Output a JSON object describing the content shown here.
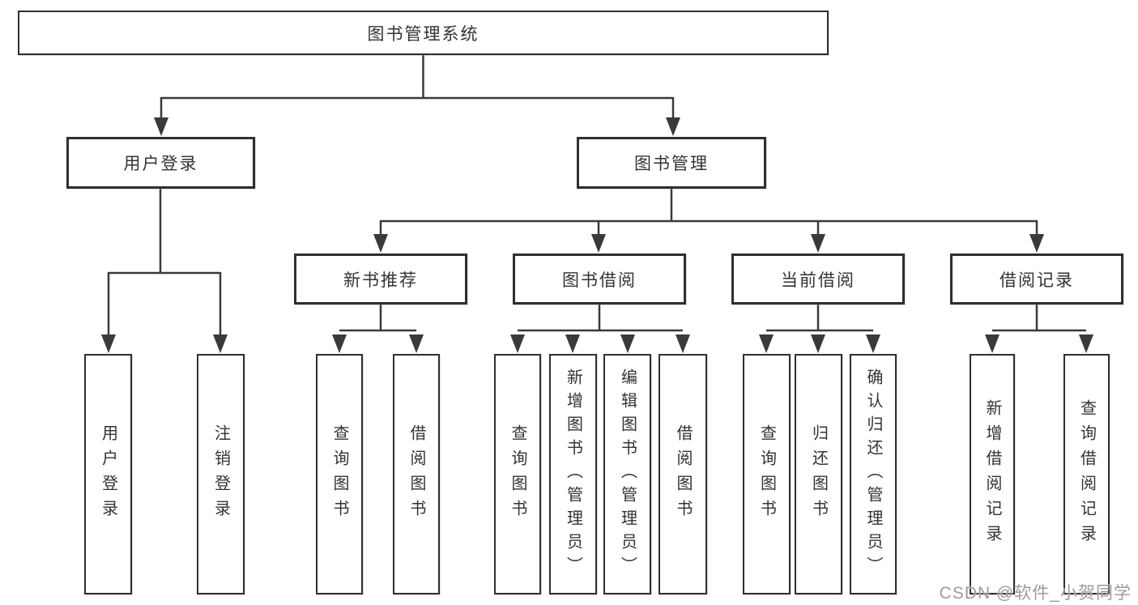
{
  "diagram": {
    "root": {
      "label": "图书管理系统"
    },
    "branches": [
      {
        "label": "用户登录",
        "children": [
          {
            "label": "用户登录"
          },
          {
            "label": "注销登录"
          }
        ]
      },
      {
        "label": "图书管理",
        "children": [
          {
            "label": "新书推荐",
            "children": [
              {
                "label": "查询图书"
              },
              {
                "label": "借阅图书"
              }
            ]
          },
          {
            "label": "图书借阅",
            "children": [
              {
                "label": "查询图书"
              },
              {
                "label": "新增图书（管理员）"
              },
              {
                "label": "编辑图书（管理员）"
              },
              {
                "label": "借阅图书"
              }
            ]
          },
          {
            "label": "当前借阅",
            "children": [
              {
                "label": "查询图书"
              },
              {
                "label": "归还图书"
              },
              {
                "label": "确认归还（管理员）"
              }
            ]
          },
          {
            "label": "借阅记录",
            "children": [
              {
                "label": "新增借阅记录"
              },
              {
                "label": "查询借阅记录"
              }
            ]
          }
        ]
      }
    ]
  },
  "watermark": {
    "text": "CSDN @软件_小贺同学"
  },
  "colors": {
    "line": "#3a3a3a",
    "box_border": "#2f2f2f",
    "text": "#333333",
    "watermark": "#9c9c9c",
    "background": "#ffffff"
  }
}
